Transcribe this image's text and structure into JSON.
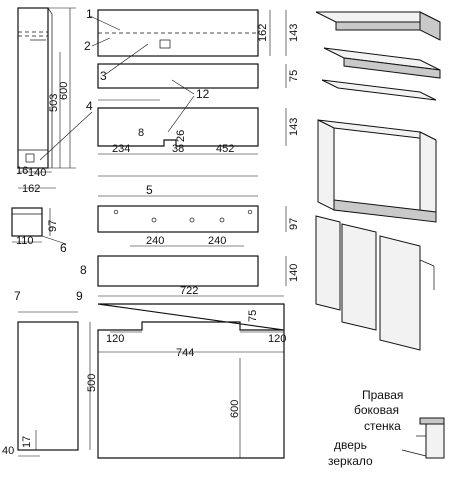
{
  "part_numbers": {
    "p1": "1",
    "p2": "2",
    "p3": "3",
    "p4": "4",
    "p5": "5",
    "p6": "6",
    "p7": "7",
    "p8": "8",
    "p9": "9",
    "p12": "12"
  },
  "dimensions": {
    "d162_top": "162",
    "d143_a": "143",
    "d75_a": "75",
    "d143_b": "143",
    "d97_a": "97",
    "d140_a": "140",
    "d75_b": "75",
    "d120_a": "120",
    "d120_b": "120",
    "d722": "722",
    "d744": "744",
    "d600_main": "600",
    "d234": "234",
    "d38": "38",
    "d452": "452",
    "d240_a": "240",
    "d240_b": "240",
    "d8": "8",
    "d26": "26",
    "d503": "503",
    "d600_side": "600",
    "d16": "16",
    "d140_side": "140",
    "d162_side": "162",
    "d97_small": "97",
    "d110": "110",
    "d500": "500",
    "d17": "17",
    "d40": "40"
  },
  "notes": {
    "right_wall_l1": "Правая",
    "right_wall_l2": "боковая",
    "right_wall_l3": "стенка",
    "door": "дверь",
    "mirror": "зеркало"
  }
}
